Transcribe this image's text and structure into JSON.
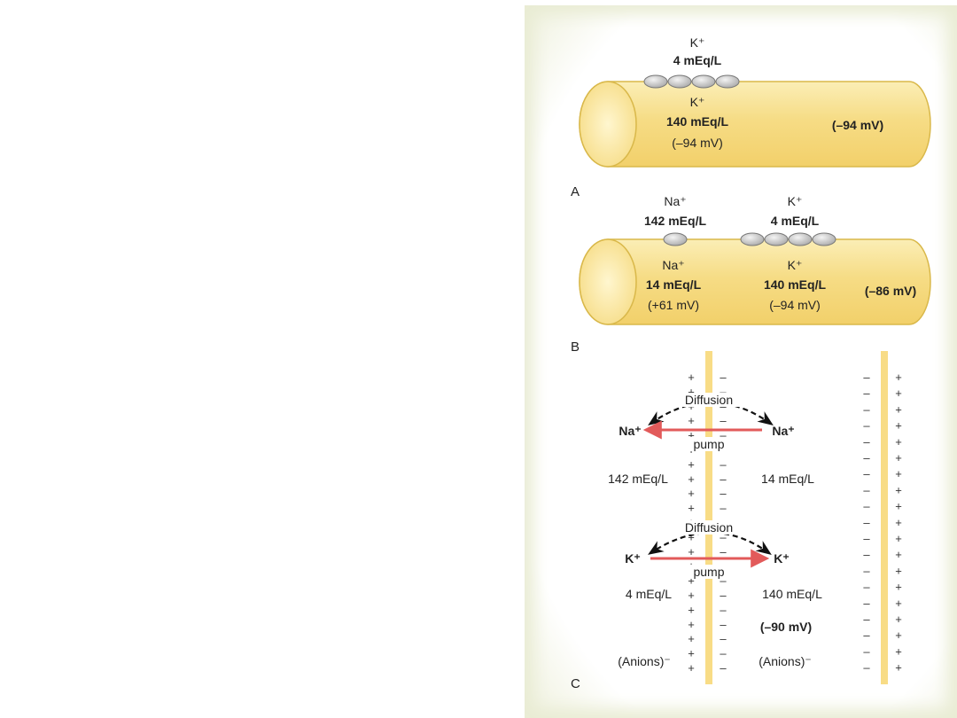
{
  "panel_a": {
    "letter": "A",
    "outside_ion": "K⁺",
    "outside_conc": "4 mEq/L",
    "inside_ion": "K⁺",
    "inside_conc": "140 mEq/L",
    "nernst": "(–94 mV)",
    "membrane_potential": "(–94 mV)"
  },
  "panel_b": {
    "letter": "B",
    "na_outside_ion": "Na⁺",
    "na_outside_conc": "142 mEq/L",
    "k_outside_ion": "K⁺",
    "k_outside_conc": "4 mEq/L",
    "na_inside_ion": "Na⁺",
    "na_inside_conc": "14 mEq/L",
    "na_nernst": "(+61 mV)",
    "k_inside_ion": "K⁺",
    "k_inside_conc": "140 mEq/L",
    "k_nernst": "(–94 mV)",
    "membrane_potential": "(–86 mV)"
  },
  "panel_c": {
    "letter": "C",
    "na_diffusion": "Diffusion",
    "na_left": "Na⁺",
    "na_right": "Na⁺",
    "na_pump": "pump",
    "na_outside_conc": "142 mEq/L",
    "na_inside_conc": "14 mEq/L",
    "k_diffusion": "Diffusion",
    "k_left": "K⁺",
    "k_right": "K⁺",
    "k_pump": "pump",
    "k_outside_conc": "4 mEq/L",
    "k_inside_conc": "140 mEq/L",
    "membrane_potential": "(–90 mV)",
    "anions_outside": "(Anions)⁻",
    "anions_inside": "(Anions)⁻",
    "plus": "+",
    "minus": "–"
  },
  "colors": {
    "fiber": "#f7e08e",
    "fiber_edge": "#d9b84a",
    "membrane": "#f8dc86",
    "pump_arrow": "#e25a5a",
    "diffusion_arrow": "#111111"
  }
}
